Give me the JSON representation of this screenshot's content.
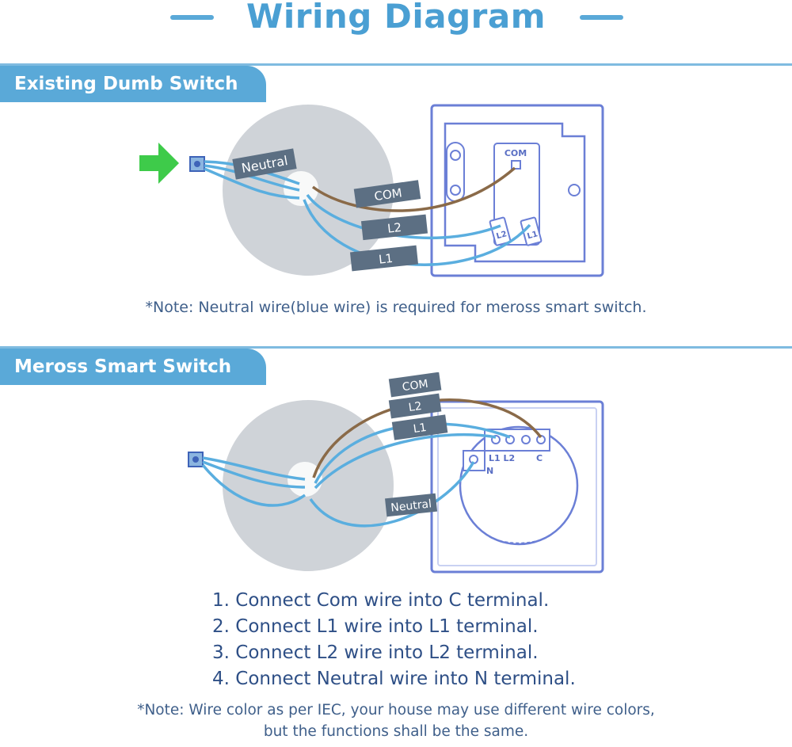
{
  "header": {
    "title": "Wiring Diagram"
  },
  "section_existing": {
    "heading": "Existing Dumb Switch",
    "note": "*Note: Neutral wire(blue wire) is required for meross smart switch.",
    "wire_labels": {
      "neutral": "Neutral",
      "com": "COM",
      "l2": "L2",
      "l1": "L1"
    },
    "terminal_labels": {
      "com": "COM",
      "l2": "L2",
      "l1": "L1"
    }
  },
  "section_smart": {
    "heading": "Meross Smart Switch",
    "wire_labels": {
      "com": "COM",
      "l2": "L2",
      "l1": "L1",
      "neutral": "Neutral"
    },
    "terminal_labels": {
      "l1_l2": "L1 L2",
      "c": "C",
      "n": "N"
    }
  },
  "instructions": {
    "steps": [
      "1. Connect Com wire into C terminal.",
      "2. Connect L1 wire into L1 terminal.",
      "3. Connect L2 wire into L2 terminal.",
      "4. Connect Neutral wire into N terminal."
    ],
    "footnote_line1": "*Note: Wire color as per IEC, your house may use different wire colors,",
    "footnote_line2": "but the functions shall be the same."
  },
  "colors": {
    "accent": "#5aa9d8",
    "blue_wire": "#5aaedf",
    "brown_wire": "#8a6a48",
    "label_tag": "#5c6f83",
    "switch_outline": "#6b7fd6",
    "arrow_green": "#3ecb4a"
  }
}
